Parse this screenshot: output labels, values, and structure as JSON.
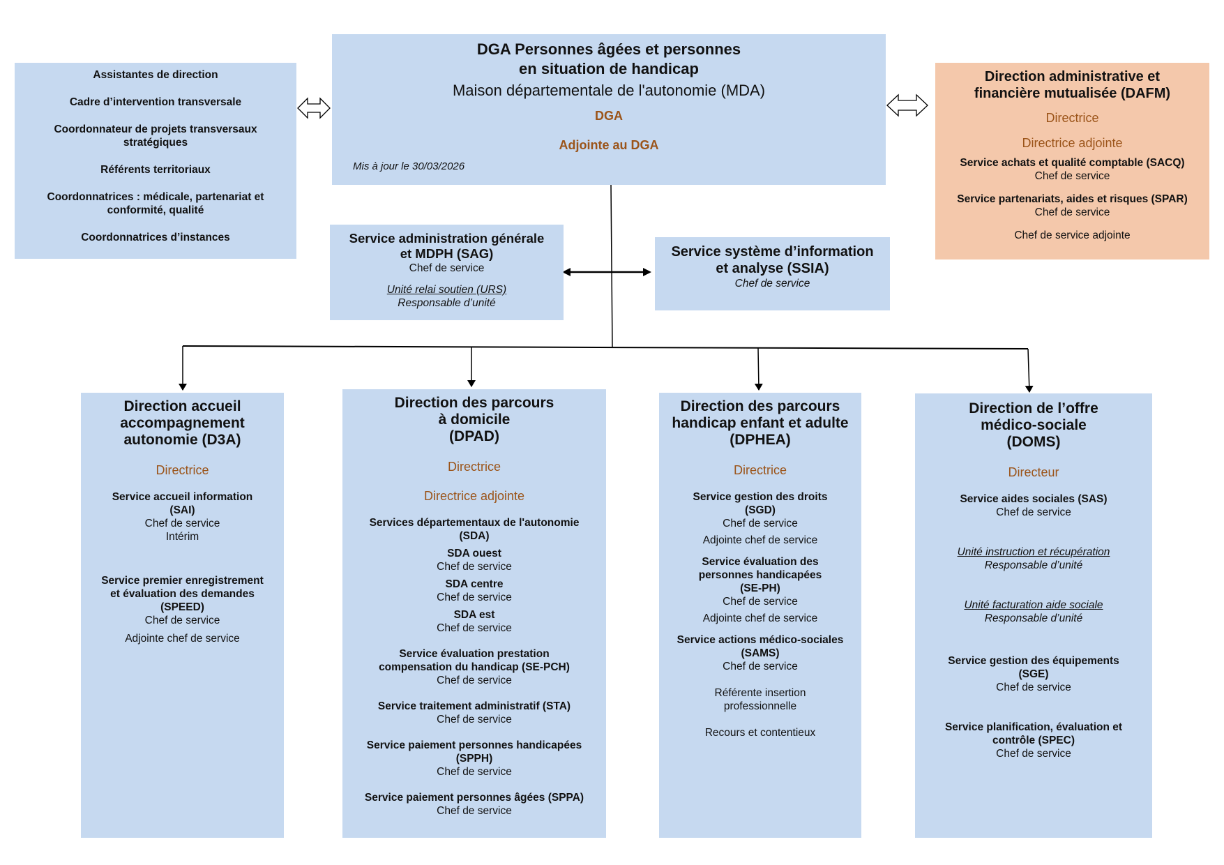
{
  "left_panel": {
    "items": [
      "Assistantes de direction",
      "Cadre d’intervention transversale",
      "Coordonnateur de projets transversaux stratégiques",
      "Référents territoriaux",
      "Coordonnatrices : médicale, partenariat et conformité, qualité",
      "Coordonnatrices d’instances"
    ]
  },
  "dga": {
    "title_line1": "DGA Personnes âgées et personnes",
    "title_line2": "en situation de handicap",
    "subtitle": "Maison départementale de l'autonomie (MDA)",
    "role1": "DGA",
    "role2": "Adjointe au DGA",
    "updated": "Mis à jour le 30/03/2026"
  },
  "dafm": {
    "title_line1": "Direction administrative et",
    "title_line2": "financière mutualisée (DAFM)",
    "role1": "Directrice",
    "role2": "Directrice adjointe",
    "services": [
      {
        "name": "Service achats et qualité comptable (SACQ)",
        "role": "Chef de service"
      },
      {
        "name": "Service partenariats, aides et risques (SPAR)",
        "role": "Chef de service"
      }
    ],
    "extra": "Chef de service adjointe"
  },
  "sag": {
    "title_line1": "Service administration générale",
    "title_line2": "et MDPH (SAG)",
    "role": "Chef de service",
    "unit": "Unité relai soutien (URS)",
    "unit_role": "Responsable d’unité"
  },
  "ssia": {
    "title_line1": "Service système d’information",
    "title_line2": "et analyse (SSIA)",
    "role": "Chef de service"
  },
  "d3a": {
    "title_line1": "Direction accueil",
    "title_line2": "accompagnement",
    "title_line3": "autonomie (D3A)",
    "director": "Directrice",
    "sai_l1": "Service accueil information",
    "sai_l2": "(SAI)",
    "sai_role": "Chef de service",
    "sai_note": "Intérim",
    "speed_l1": "Service premier enregistrement",
    "speed_l2": "et évaluation des demandes",
    "speed_l3": "(SPEED)",
    "speed_role": "Chef de service",
    "speed_deputy": "Adjointe chef de service"
  },
  "dpad": {
    "title_line1": "Direction des parcours",
    "title_line2": "à domicile",
    "title_line3": "(DPAD)",
    "director": "Directrice",
    "deputy": "Directrice adjointe",
    "sda_l1": "Services départementaux de l'autonomie",
    "sda_l2": "(SDA)",
    "sda": [
      {
        "name": "SDA ouest",
        "role": "Chef de service"
      },
      {
        "name": "SDA centre",
        "role": "Chef de service"
      },
      {
        "name": "SDA est",
        "role": "Chef de service"
      }
    ],
    "sepch_l1": "Service évaluation prestation",
    "sepch_l2": "compensation du handicap (SE-PCH)",
    "sepch_role": "Chef de service",
    "sta": "Service traitement administratif (STA)",
    "sta_role": "Chef de service",
    "spph_l1": "Service paiement personnes handicapées",
    "spph_l2": "(SPPH)",
    "spph_role": "Chef de service",
    "sppa": "Service paiement personnes âgées (SPPA)",
    "sppa_role": "Chef de service"
  },
  "dphea": {
    "title_line1": "Direction des parcours",
    "title_line2": "handicap enfant et adulte",
    "title_line3": "(DPHEA)",
    "director": "Directrice",
    "sgd_l1": "Service gestion des droits",
    "sgd_l2": "(SGD)",
    "sgd_role": "Chef de service",
    "sgd_deputy": "Adjointe chef de service",
    "seph_l1": "Service évaluation des",
    "seph_l2": "personnes handicapées",
    "seph_l3": "(SE-PH)",
    "seph_role": "Chef de service",
    "seph_deputy": "Adjointe chef de service",
    "sams_l1": "Service actions médico-sociales",
    "sams_l2": "(SAMS)",
    "sams_role": "Chef de service",
    "ref_l1": "Référente insertion",
    "ref_l2": "professionnelle",
    "recours": "Recours et contentieux"
  },
  "doms": {
    "title_line1": "Direction de l’offre",
    "title_line2": "médico-sociale",
    "title_line3": "(DOMS)",
    "director": "Directeur",
    "sas": "Service aides sociales (SAS)",
    "sas_role": "Chef de service",
    "unit1": "Unité instruction et récupération",
    "unit1_role": "Responsable d’unité",
    "unit2": "Unité facturation aide sociale",
    "unit2_role": "Responsable d’unité",
    "sge_l1": "Service gestion des équipements",
    "sge_l2": "(SGE)",
    "sge_role": "Chef de service",
    "spec_l1": "Service planification, évaluation et",
    "spec_l2": "contrôle (SPEC)",
    "spec_role": "Chef de service"
  },
  "colors": {
    "box_blue": "#c6d9f0",
    "box_orange": "#f4c8ab",
    "role_brown": "#9b5419"
  }
}
